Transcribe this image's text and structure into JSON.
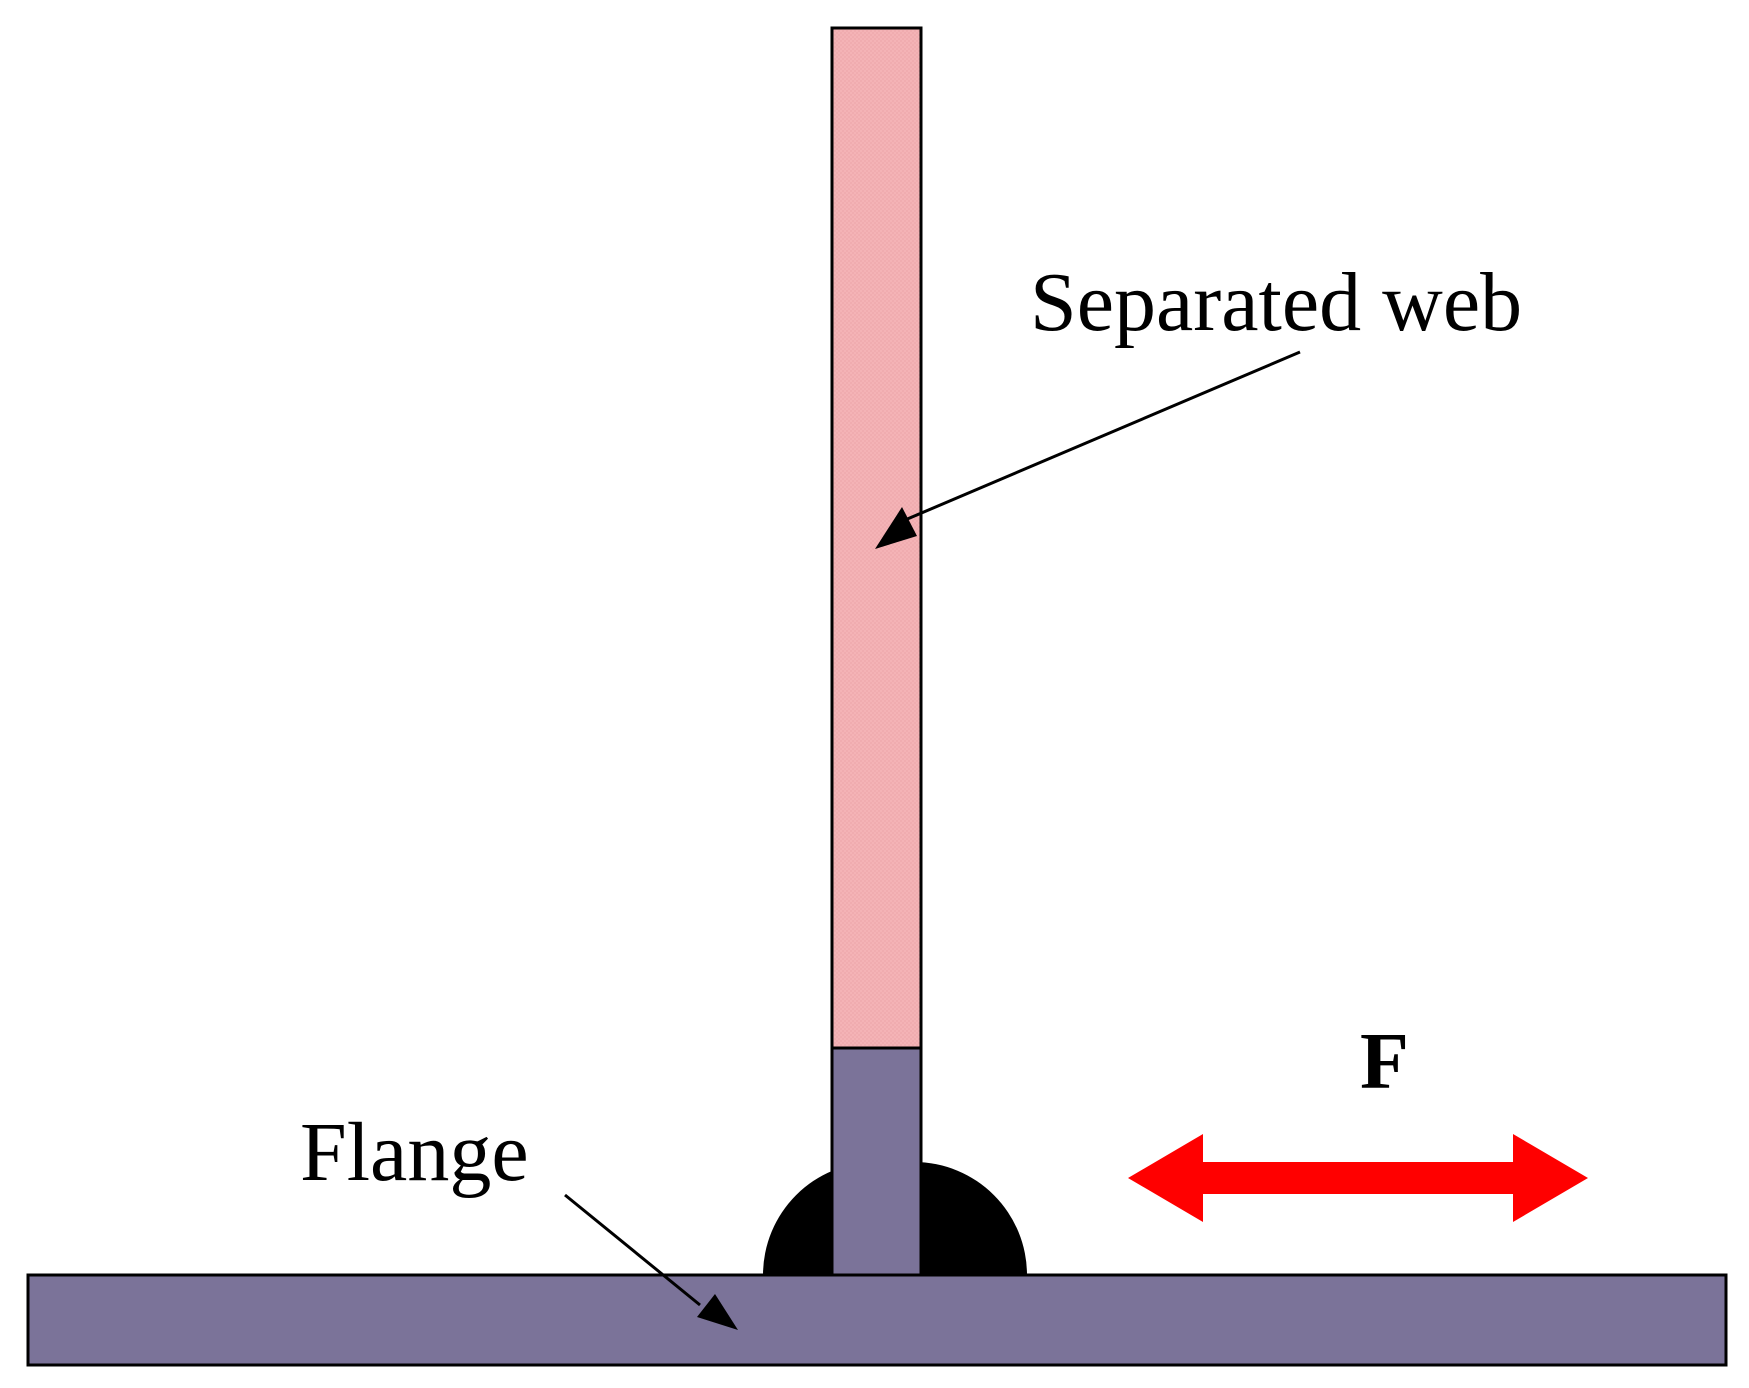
{
  "labels": {
    "separated_web": "Separated web",
    "flange": "Flange",
    "force": "F"
  },
  "colors": {
    "web_separated": "#f4b3b6",
    "web_attached": "#7b7399",
    "flange": "#7b7399",
    "weld": "#000000",
    "outline": "#000000",
    "force_arrow": "#ff0000",
    "background": "#ffffff"
  },
  "icons": {
    "force_arrow": "double-headed-arrow",
    "pointer_arrow": "leader-arrow"
  }
}
